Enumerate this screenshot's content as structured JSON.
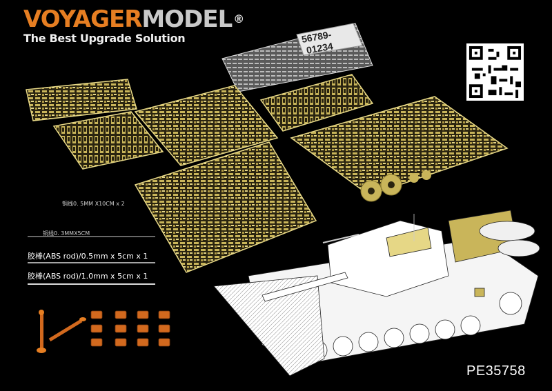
{
  "brand": {
    "left": "VOYAGER",
    "right": "MODEL",
    "registered": "®"
  },
  "tagline": "The Best Upgrade Solution",
  "product_code": "PE35758",
  "labels": {
    "wire_large": "铜线0. 5MM X10CM x 2",
    "wire_small": "铜线0. 3MMX5CM",
    "rod_1": "胶棒(ABS rod)/0.5mm x 5cm x 1",
    "rod_2": "胶棒(ABS rod)/1.0mm x 5cm x 1"
  },
  "decal_numbers": {
    "row1": "56789-",
    "row2": "01234"
  },
  "colors": {
    "brass": "#c9b55a",
    "brass_light": "#e6d786",
    "orange": "#e67e22",
    "resin": "#d2691e",
    "tank_line": "#e8e8e8"
  }
}
